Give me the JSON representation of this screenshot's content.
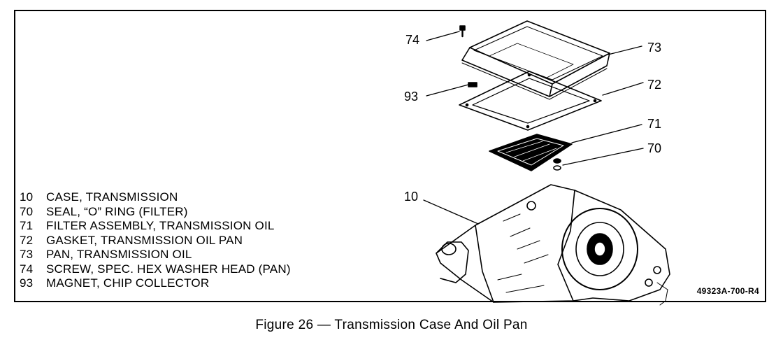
{
  "legend": [
    {
      "num": "10",
      "text": "CASE, TRANSMISSION"
    },
    {
      "num": "70",
      "text": "SEAL, “O” RING (FILTER)"
    },
    {
      "num": "71",
      "text": "FILTER ASSEMBLY, TRANSMISSION OIL"
    },
    {
      "num": "72",
      "text": "GASKET, TRANSMISSION OIL PAN"
    },
    {
      "num": "73",
      "text": "PAN, TRANSMISSION OIL"
    },
    {
      "num": "74",
      "text": "SCREW, SPEC. HEX WASHER HEAD (PAN)"
    },
    {
      "num": "93",
      "text": "MAGNET, CHIP COLLECTOR"
    }
  ],
  "callouts": {
    "c74": "74",
    "c73": "73",
    "c93": "93",
    "c72": "72",
    "c71": "71",
    "c70": "70",
    "c10": "10"
  },
  "drawing_id": "49323A-700-R4",
  "caption": "Figure 26 — Transmission Case And Oil Pan"
}
